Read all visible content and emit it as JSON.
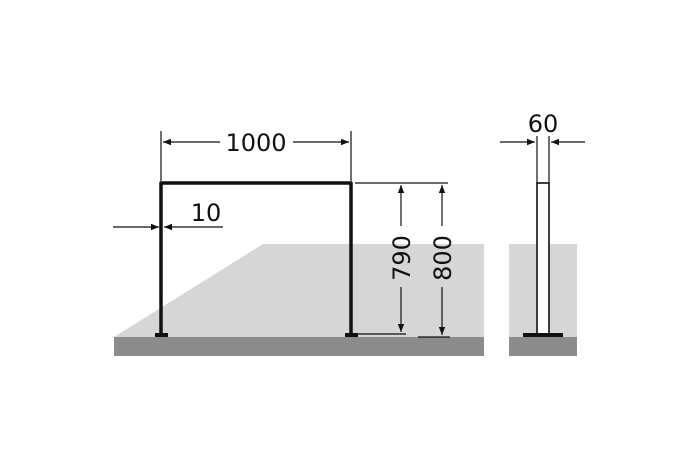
{
  "diagram": {
    "dimensions": {
      "width": "1000",
      "tube_thickness": "10",
      "inner_height": "790",
      "total_height": "800",
      "side_width": "60"
    },
    "colors": {
      "floor": "#8c8c8c",
      "surface": "#d6d6d6",
      "line": "#111111"
    }
  }
}
